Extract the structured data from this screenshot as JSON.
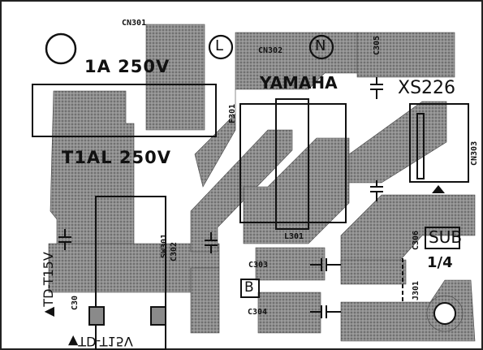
{
  "colors": {
    "pad": "#8a8a8a",
    "ink": "#111111",
    "background": "#ffffff"
  },
  "board": {
    "rating_text": "1A  250V",
    "fuse_text": "T1AL  250V",
    "brand_text": "YAMAHA",
    "model_text": "XS226",
    "side_text": "▲TD-T15V",
    "mirror_text": "▼TD-T15V",
    "sub_text": "SUB",
    "page_text": "1/4",
    "marker_b": "B",
    "circle_l": "L",
    "circle_n": "N"
  },
  "refs": {
    "cn301": "CN301",
    "cn302": "CN302",
    "cn303": "CN303",
    "c305": "C305",
    "c306": "C306",
    "c302": "C302",
    "c303": "C303",
    "c304": "C304",
    "c30": "C30",
    "sw301": "SW301",
    "f301": "F301",
    "l301": "L301",
    "j301": "J301"
  }
}
